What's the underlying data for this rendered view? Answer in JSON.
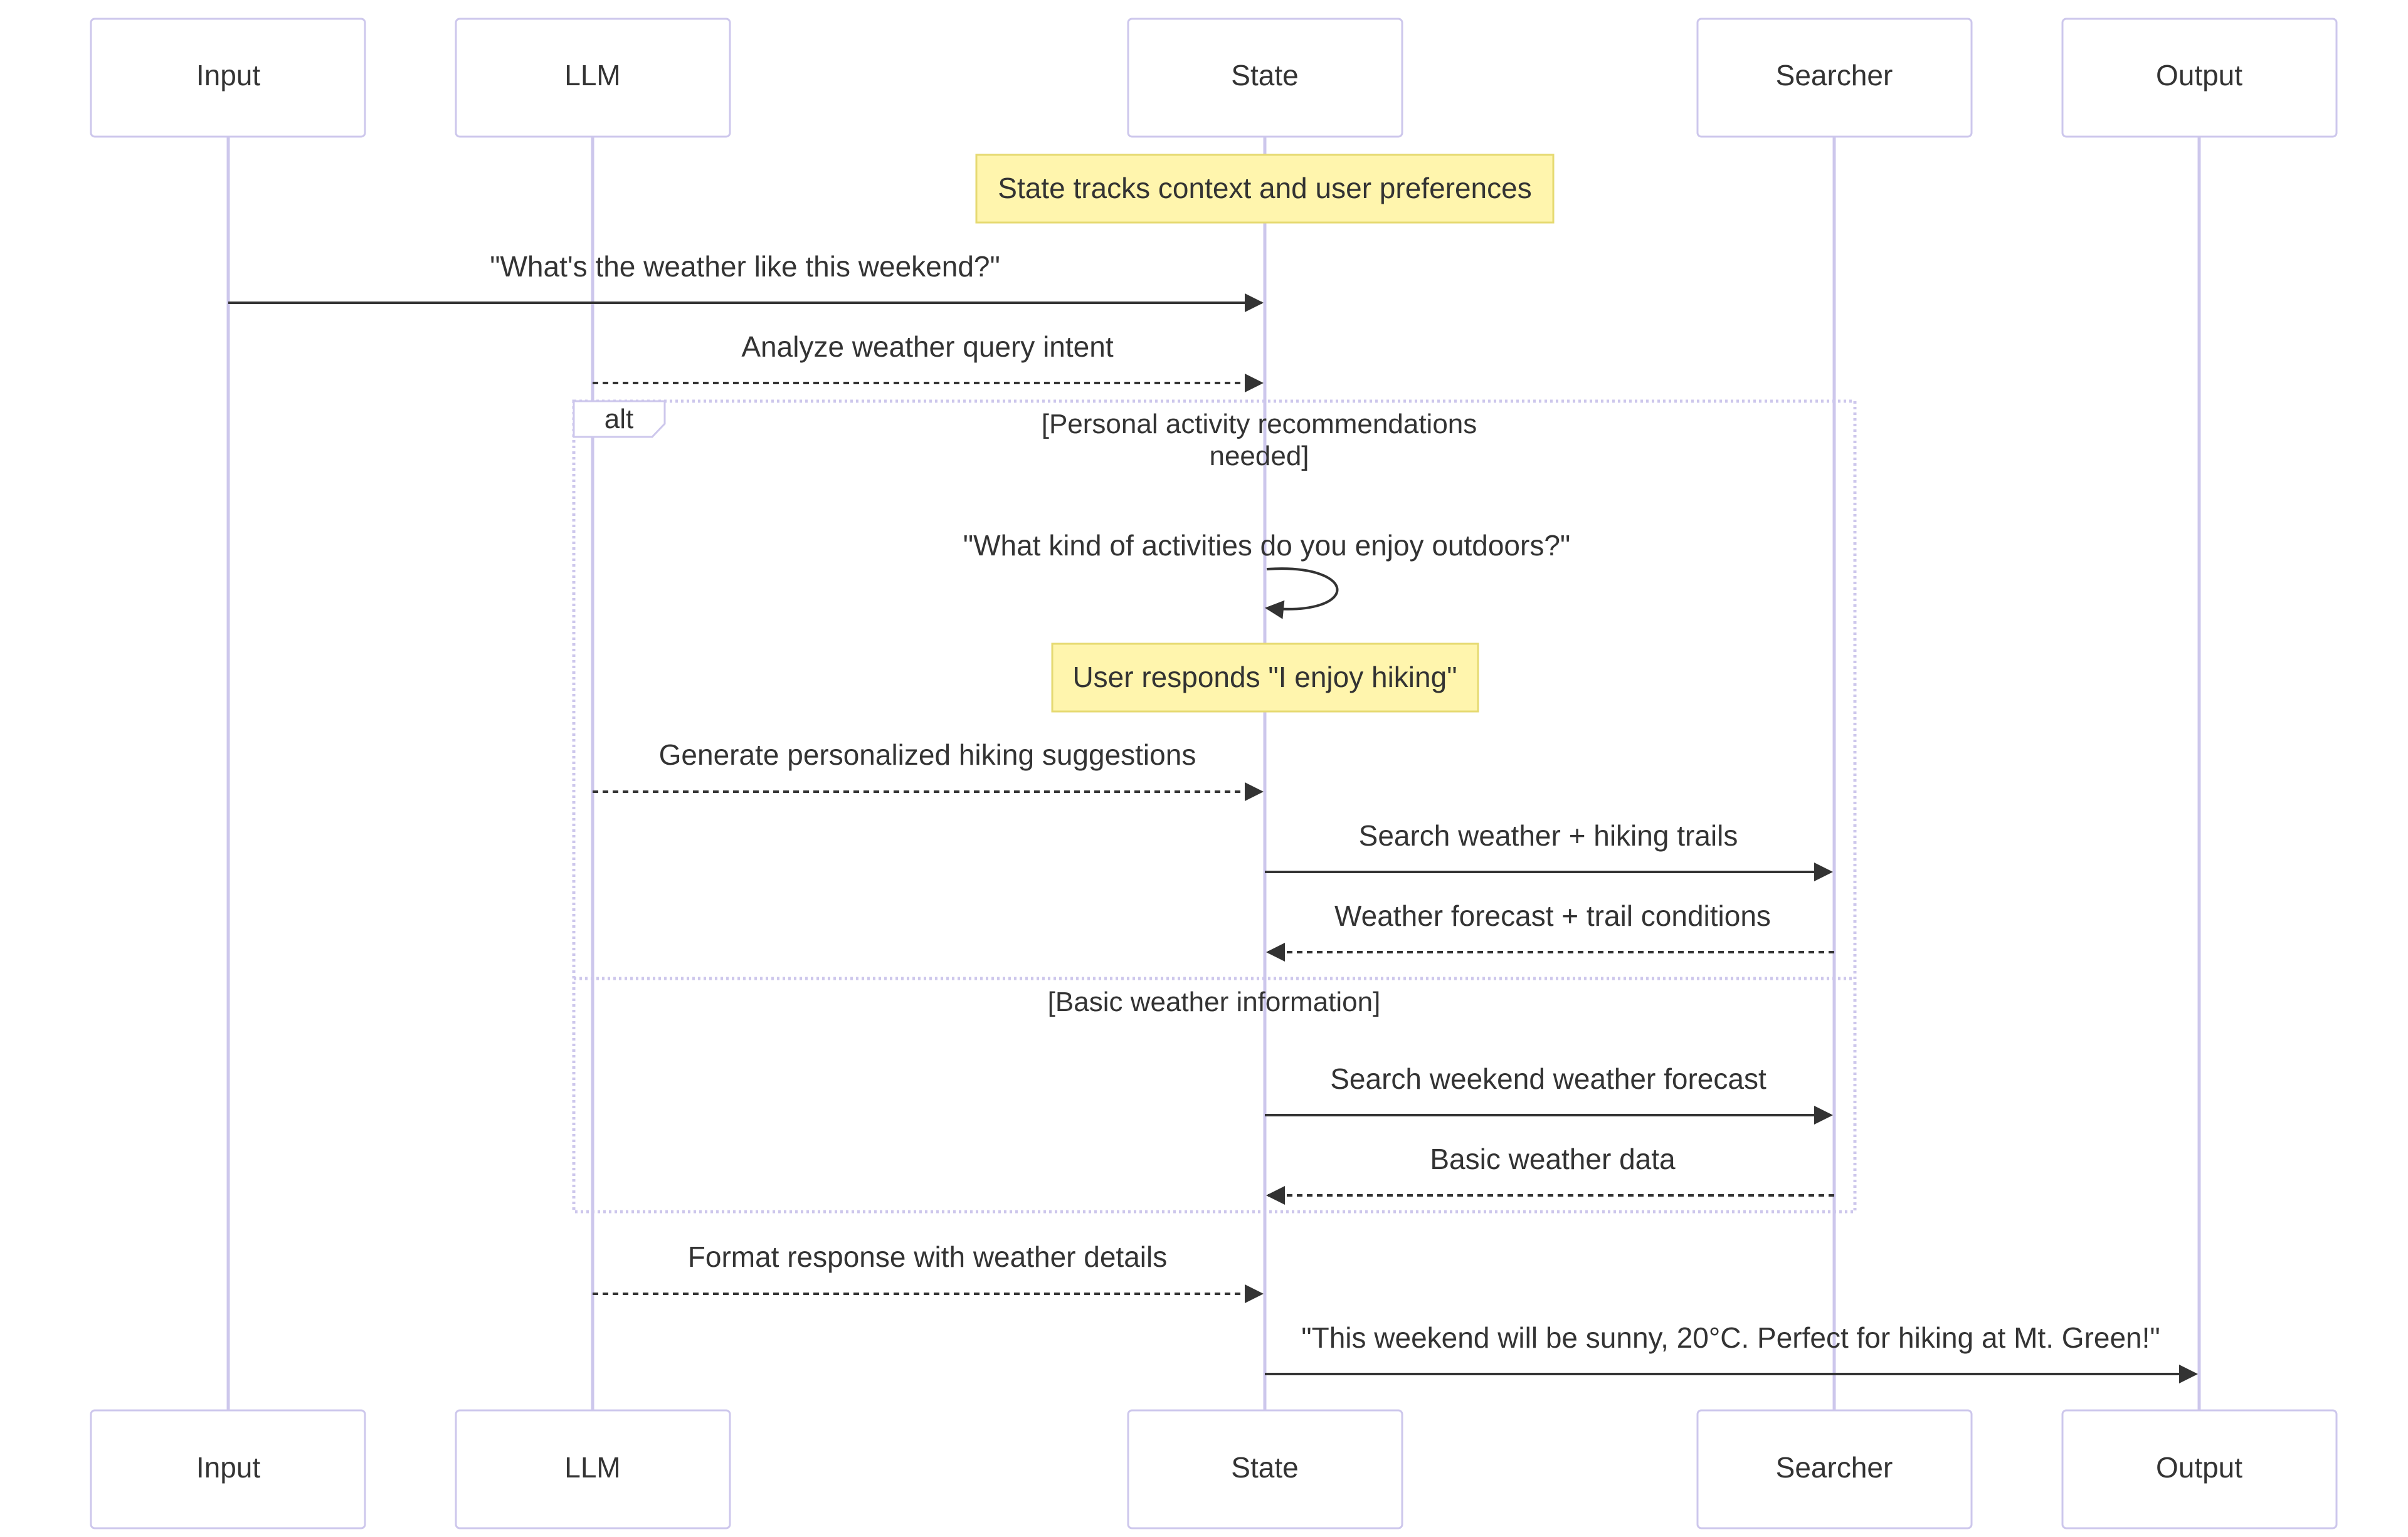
{
  "participants": [
    {
      "id": "input",
      "label": "Input"
    },
    {
      "id": "llm",
      "label": "LLM"
    },
    {
      "id": "state",
      "label": "State"
    },
    {
      "id": "searcher",
      "label": "Searcher"
    },
    {
      "id": "output",
      "label": "Output"
    }
  ],
  "notes": {
    "state_tracks": "State tracks context and user preferences",
    "user_responds": "User responds \"I enjoy hiking\""
  },
  "messages": {
    "m1": "\"What's the weather like this weekend?\"",
    "m2": "Analyze weather query intent",
    "m3": "\"What kind of activities do you enjoy outdoors?\"",
    "m4": "Generate personalized hiking suggestions",
    "m5": "Search weather + hiking trails",
    "m6": "Weather forecast + trail conditions",
    "m7": "Search weekend weather forecast",
    "m8": "Basic weather data",
    "m9": "Format response with weather details",
    "m10": "\"This weekend will be sunny, 20°C. Perfect for hiking at Mt. Green!\""
  },
  "alt": {
    "tab_label": "alt",
    "condition1_line1": "[Personal activity recommendations",
    "condition1_line2": "needed]",
    "condition2": "[Basic weather information]"
  },
  "colors": {
    "actor_border": "#cdc7ec",
    "note_fill": "#fff5ad",
    "note_border": "#e6da72",
    "line": "#333333"
  }
}
